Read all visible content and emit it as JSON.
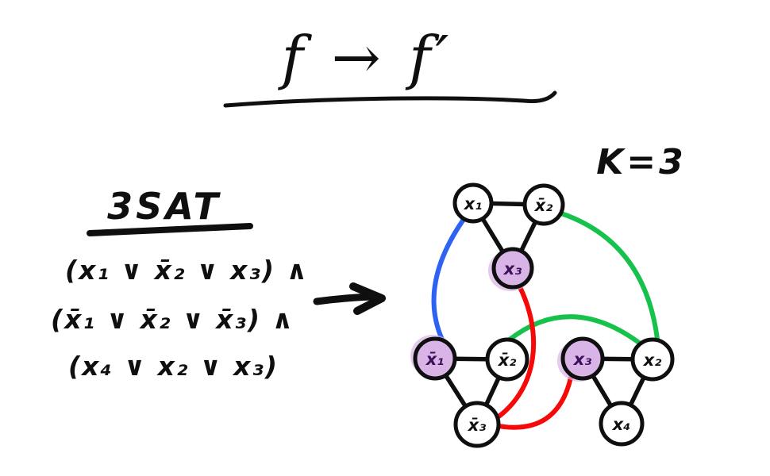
{
  "title": {
    "text": "f → f′"
  },
  "graph_k_label": "K=3",
  "sat": {
    "heading": "3SAT",
    "clauses": [
      "(x₁ ∨ x̄₂ ∨ x₃) ∧",
      "(x̄₁ ∨ x̄₂ ∨ x̄₃) ∧",
      "(x₄ ∨ x₂ ∨ x₃)"
    ]
  },
  "transform_arrow": {
    "icon": "right-arrow-icon"
  },
  "graph": {
    "colors": {
      "blue": "#2e62f2",
      "green": "#17c24c",
      "red": "#f60909",
      "highlight_fill": "#d9b4e6",
      "highlight_ink": "#3c1059",
      "ink": "#0f0f0f"
    },
    "nodes": [
      {
        "id": "c1-x1",
        "label": "x₁",
        "highlighted": false
      },
      {
        "id": "c1-not-x2",
        "label": "x̄₂",
        "highlighted": false
      },
      {
        "id": "c1-x3",
        "label": "x₃",
        "highlighted": true
      },
      {
        "id": "c2-not-x1",
        "label": "x̄₁",
        "highlighted": true
      },
      {
        "id": "c2-not-x2",
        "label": "x̄₂",
        "highlighted": false
      },
      {
        "id": "c2-not-x3",
        "label": "x̄₃",
        "highlighted": false
      },
      {
        "id": "c3-x3",
        "label": "x₃",
        "highlighted": true
      },
      {
        "id": "c3-x2",
        "label": "x₂",
        "highlighted": false
      },
      {
        "id": "c3-x4",
        "label": "x₄",
        "highlighted": false
      }
    ],
    "clause_gadgets": [
      {
        "clause": 1,
        "members": [
          "x₁",
          "x̄₂",
          "x₃"
        ]
      },
      {
        "clause": 2,
        "members": [
          "x̄₁",
          "x̄₂",
          "x̄₃"
        ]
      },
      {
        "clause": 3,
        "members": [
          "x₃",
          "x₂",
          "x₄"
        ]
      }
    ],
    "conflict_edges": [
      {
        "from": "c1-x1",
        "to": "c2-not-x1",
        "color": "blue"
      },
      {
        "from": "c1-not-x2",
        "to": "c3-x2",
        "color": "green"
      },
      {
        "from": "c2-not-x2",
        "to": "c3-x2",
        "color": "green"
      },
      {
        "from": "c1-x3",
        "to": "c2-not-x3",
        "color": "red"
      },
      {
        "from": "c2-not-x3",
        "to": "c3-x3",
        "color": "red"
      }
    ]
  }
}
